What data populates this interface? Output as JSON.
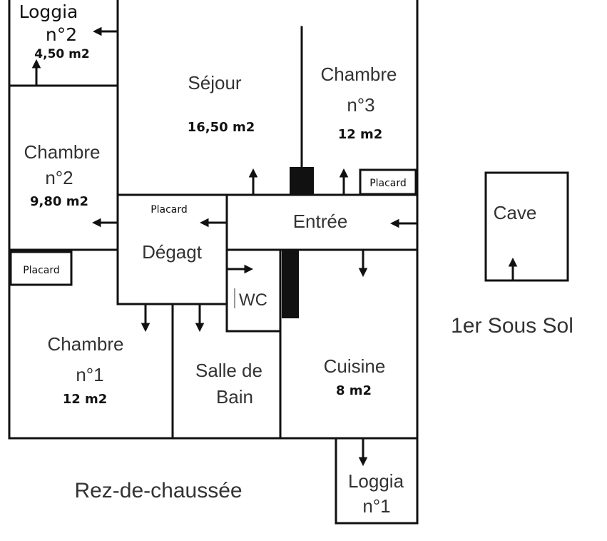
{
  "ground_floor": {
    "title": "Rez-de-chaussée",
    "rooms": {
      "loggia2": {
        "name_line1": "Loggia",
        "name_line2": "n°2",
        "area": "4,50 m2"
      },
      "sejour": {
        "name": "Séjour",
        "area": "16,50 m2"
      },
      "chambre3": {
        "name_line1": "Chambre",
        "name_line2": "n°3",
        "area": "12 m2"
      },
      "chambre2": {
        "name_line1": "Chambre",
        "name_line2": "n°2",
        "area": "9,80 m2"
      },
      "entree": {
        "name": "Entrée"
      },
      "degagement": {
        "name": "Dégagt"
      },
      "wc": {
        "name": "WC"
      },
      "chambre1": {
        "name_line1": "Chambre",
        "name_line2": "n°1",
        "area": "12 m2"
      },
      "salle_de_bain": {
        "name_line1": "Salle de",
        "name_line2": "Bain"
      },
      "cuisine": {
        "name": "Cuisine",
        "area": "8 m2"
      },
      "loggia1": {
        "name_line1": "Loggia",
        "name_line2": "n°1"
      }
    },
    "placards": {
      "chambre3": "Placard",
      "degagement": "Placard",
      "chambre2": "Placard"
    }
  },
  "basement": {
    "title": "1er Sous Sol",
    "rooms": {
      "cave": {
        "name": "Cave"
      }
    }
  }
}
